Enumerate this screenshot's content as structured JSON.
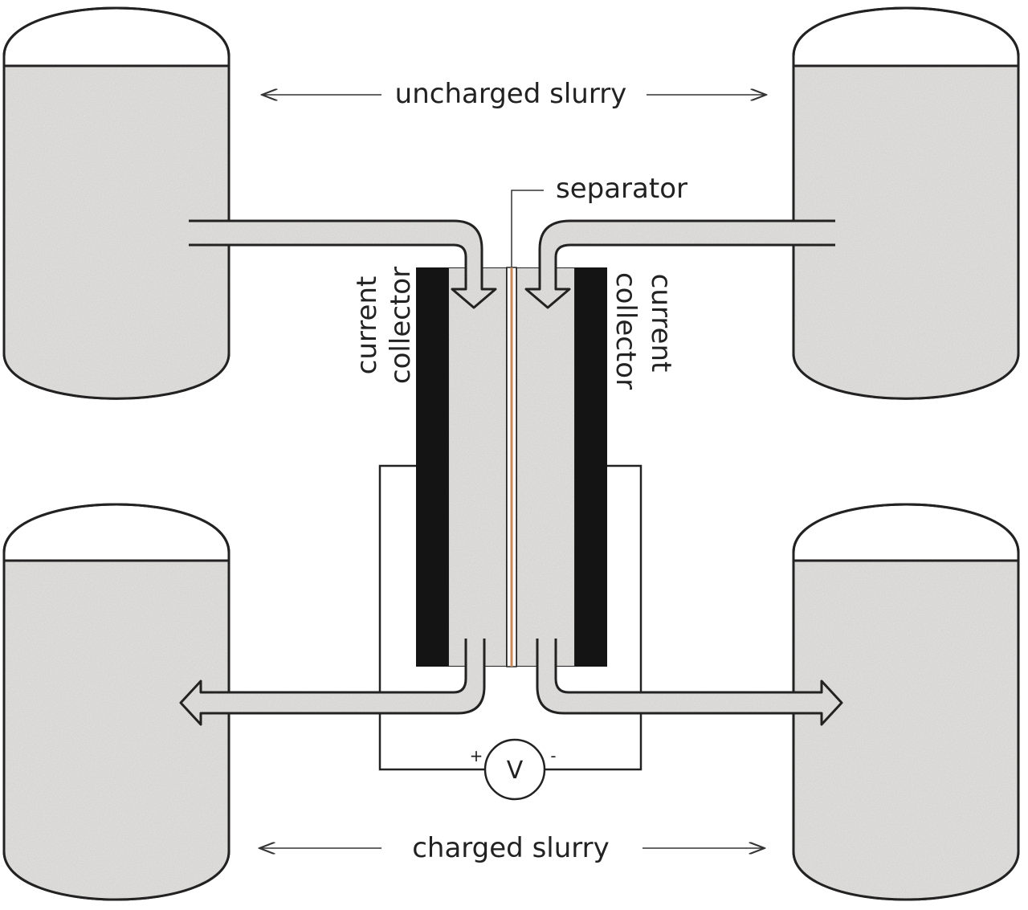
{
  "labels": {
    "uncharged": "uncharged slurry",
    "charged": "charged slurry",
    "separator": "separator",
    "left_collector_line1": "current",
    "left_collector_line2": "collector",
    "right_collector_line1": "current",
    "right_collector_line2": "collector",
    "voltmeter": "V",
    "plus": "+",
    "minus": "-"
  },
  "colors": {
    "slurry": "#e6e5e3",
    "collector": "#141414",
    "separator": "#c98a5a",
    "outline": "#222222"
  }
}
